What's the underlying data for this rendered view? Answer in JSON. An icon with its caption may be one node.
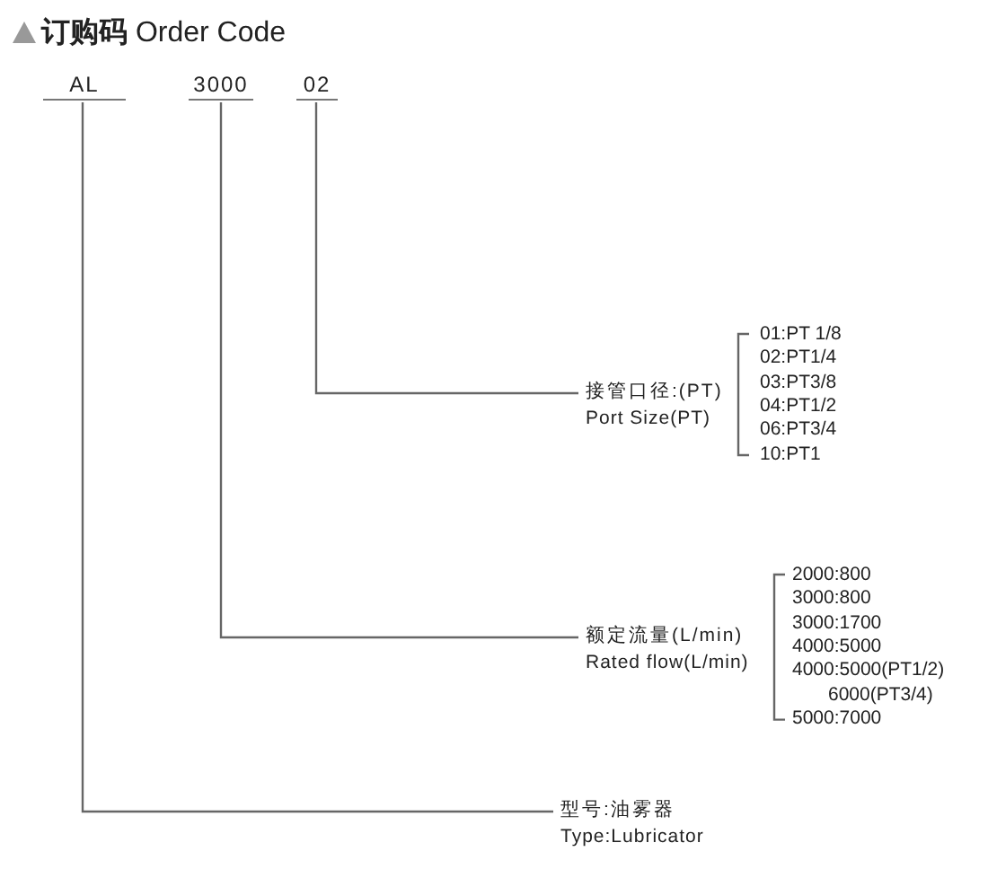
{
  "diagram": {
    "title": "**订购码** Order Code",
    "nodes": [
      {
        "text": [
          "AL"
        ]
      },
      {
        "text": [
          "3000"
        ]
      },
      {
        "text": [
          "02"
        ]
      },
      {
        "text": [
          "接管口径:(PT)",
          "Port Size(PT)"
        ],
        "beside": [
          "01:PT 1/8",
          "02:PT1/4",
          "03:PT3/8",
          "04:PT1/2",
          "06:PT3/4",
          "10:PT1"
        ]
      },
      {
        "text": [
          "额定流量(L/min)",
          "Rated flow(L/min)"
        ],
        "beside": [
          "2000:800",
          "3000:800",
          "3000:1700",
          "4000:5000",
          "4000:5000(PT1/2)",
          "6000(PT3/4)",
          "5000:7000"
        ]
      },
      {
        "text": [
          "型号:油雾器",
          "Type:Lubricator"
        ]
      }
    ],
    "edges": [
      {
        "from": 2,
        "to": 3,
        "arrow": "none"
      },
      {
        "from": 1,
        "to": 4,
        "arrow": "none"
      },
      {
        "from": 0,
        "to": 5,
        "arrow": "none"
      }
    ]
  }
}
